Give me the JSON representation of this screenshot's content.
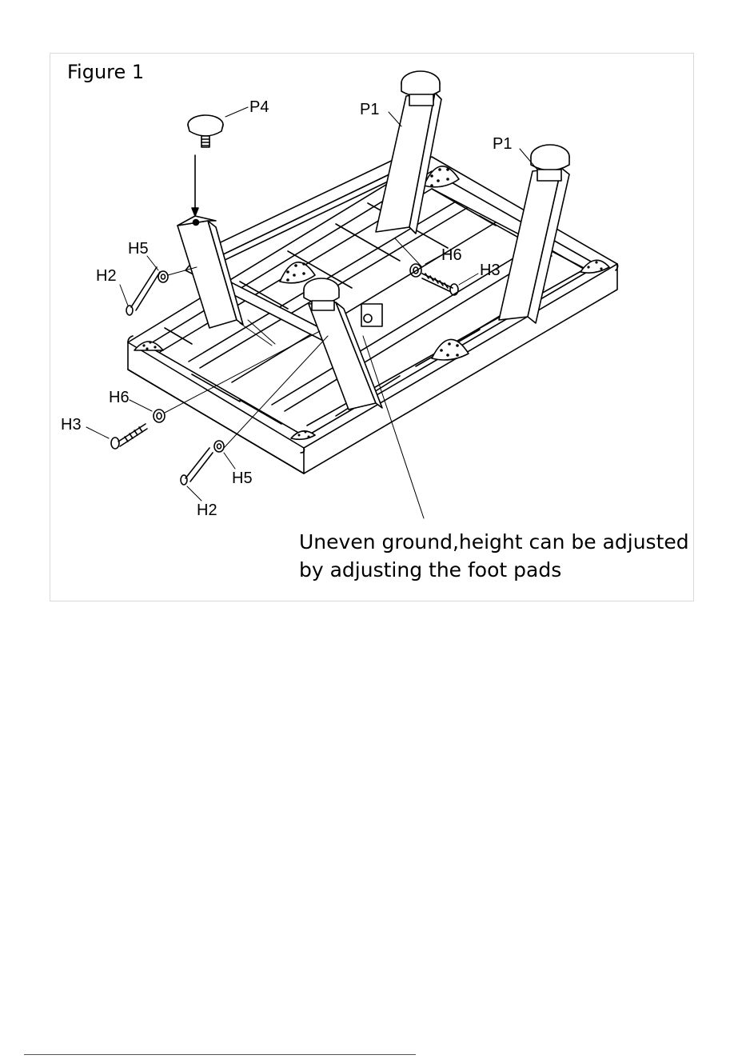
{
  "figure": {
    "title": "Figure 1",
    "caption_line1": "Uneven ground,height can be adjusted",
    "caption_line2": "by adjusting the foot pads"
  },
  "labels": {
    "p4": "P4",
    "p1_left": "P1",
    "p1_right": "P1",
    "h5_top": "H5",
    "h2_top": "H2",
    "h6_top": "H6",
    "h3_top": "H3",
    "h6_bottom": "H6",
    "h3_bottom": "H3",
    "h5_bottom": "H5",
    "h2_bottom": "H2"
  },
  "colors": {
    "line": "#000000",
    "frame_border": "#d9d9d9"
  }
}
